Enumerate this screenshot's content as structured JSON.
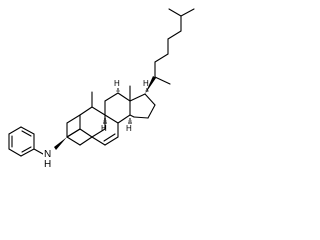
{
  "atom_labels": {
    "amine_n": "N",
    "amine_h": "H",
    "h8": "H",
    "h9": "H",
    "h14": "H",
    "h17": "H"
  },
  "colors": {
    "bond": "#000000",
    "background": "#ffffff"
  }
}
